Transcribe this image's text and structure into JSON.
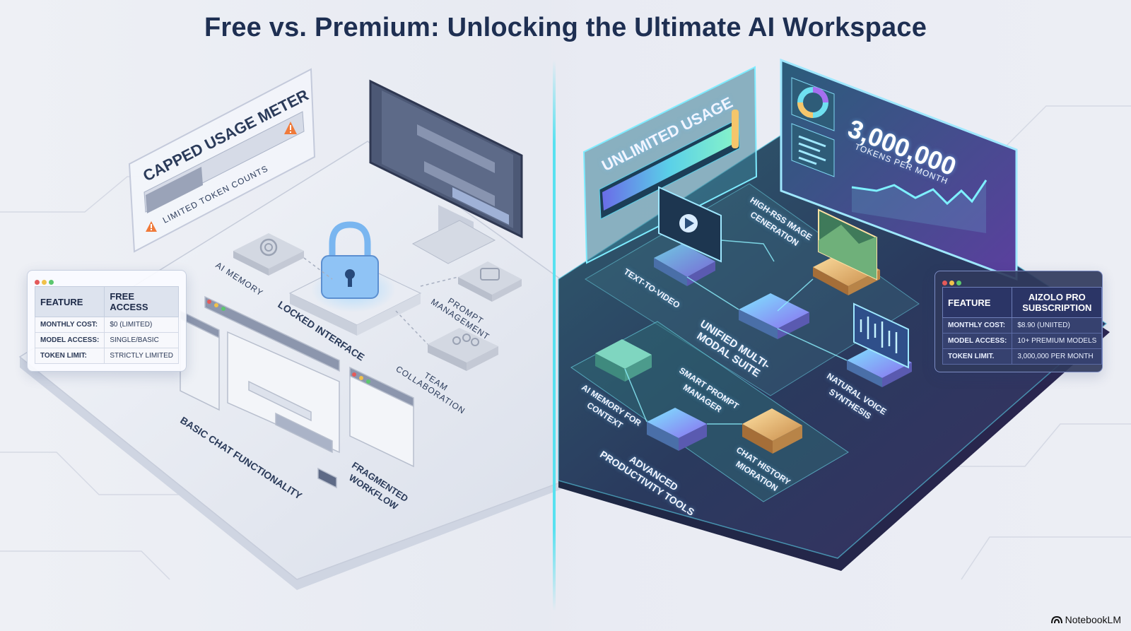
{
  "title": "Free vs. Premium: Unlocking the Ultimate AI Workspace",
  "free": {
    "capped_meter": {
      "title": "Capped Usage Meter",
      "caption": "Limited Token Counts"
    },
    "features": {
      "ai_memory": "AI Memory",
      "locked_interface": "Locked Interface",
      "prompt_management": "Prompt Management",
      "team_collaboration": "Team Collaboration",
      "basic_chat": "Basic Chat Functionality",
      "fragmented_workflow": "Fragmented Workflow"
    },
    "table": {
      "headers": [
        "FEATURE",
        "FREE ACCESS"
      ],
      "rows": [
        [
          "MONTHLY COST:",
          "$0 (LIMITED)"
        ],
        [
          "MODEL ACCESS:",
          "SINGLE/BASIC"
        ],
        [
          "TOKEN LIMIT:",
          "STRICTLY LIMITED"
        ]
      ]
    }
  },
  "premium": {
    "unlimited_meter": {
      "title": "Unlimited Usage"
    },
    "tokens": {
      "value": "3,000,000",
      "caption": "Tokens Per Month"
    },
    "features": {
      "text_to_video": "Text-to-Video",
      "high_res_image": "High-RSS Image Ceneration",
      "unified_suite": "Unified Multi-Modal Suite",
      "natural_voice": "Natural Voice Synthesis",
      "ai_memory_context": "AI Memory for Context",
      "smart_prompt": "Smart Prompt Manager",
      "advanced_tools": "Advanced Productivity Tools",
      "chat_history": "Chat History Mioration"
    },
    "table": {
      "headers": [
        "FEATURE",
        "AIZOLO PRO SUBSCRIPTION"
      ],
      "rows": [
        [
          "MONTHLY COST:",
          "$8.90 (UNIITED)"
        ],
        [
          "MODEL ACCESS:",
          "10+ PREMIUM MODELS"
        ],
        [
          "TOKEN LIMIT.",
          "3,000,000 PER MONTH"
        ]
      ]
    }
  },
  "brand": {
    "name": "NotebookLM"
  },
  "colors": {
    "free_surface": "#e4e7ef",
    "premium_surface": "#25304f",
    "divider_glow": "#58e1f0",
    "accent_warning": "#f07a3a",
    "title": "#1e2f52"
  },
  "icons": {
    "warning": "warning-icon",
    "lock": "padlock-icon",
    "ai_memory": "ai-memory-icon",
    "prompt": "chat-bubble-icon",
    "team": "team-icon",
    "play": "play-icon",
    "voice": "waveform-icon",
    "donut": "donut-chart-icon"
  }
}
